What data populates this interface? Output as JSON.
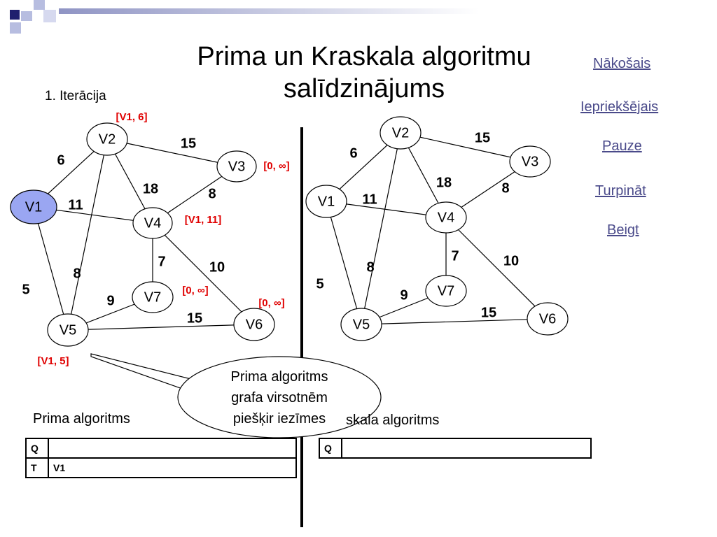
{
  "slide": {
    "title": "Prima un Kraskala algoritmu salīdzinājums",
    "iteration": "1. Iterācija"
  },
  "nav": {
    "next": "Nākošais",
    "prev": "Iepriekšējais",
    "pause": "Pauze",
    "resume": "Turpināt",
    "end": "Beigt"
  },
  "colors": {
    "accent": "#4a4a8a",
    "highlight_node": "#9aa6f2",
    "label_red": "#e00000"
  },
  "prim": {
    "nodes": [
      {
        "id": "V1",
        "label": "V1"
      },
      {
        "id": "V2",
        "label": "V2"
      },
      {
        "id": "V3",
        "label": "V3"
      },
      {
        "id": "V4",
        "label": "V4"
      },
      {
        "id": "V5",
        "label": "V5"
      },
      {
        "id": "V6",
        "label": "V6"
      },
      {
        "id": "V7",
        "label": "V7"
      }
    ],
    "edges": [
      {
        "from": "V1",
        "to": "V2",
        "weight": "6"
      },
      {
        "from": "V2",
        "to": "V3",
        "weight": "15"
      },
      {
        "from": "V2",
        "to": "V4",
        "weight": "18"
      },
      {
        "from": "V1",
        "to": "V4",
        "weight": "11"
      },
      {
        "from": "V3",
        "to": "V4",
        "weight": "8"
      },
      {
        "from": "V2",
        "to": "V5",
        "weight": "8"
      },
      {
        "from": "V1",
        "to": "V5",
        "weight": "5"
      },
      {
        "from": "V4",
        "to": "V7",
        "weight": "7"
      },
      {
        "from": "V4",
        "to": "V6",
        "weight": "10"
      },
      {
        "from": "V5",
        "to": "V7",
        "weight": "9"
      },
      {
        "from": "V5",
        "to": "V6",
        "weight": "15"
      }
    ],
    "selected_node": "V1",
    "node_labels": [
      {
        "node": "V2",
        "text": "[V1, 6]"
      },
      {
        "node": "V3",
        "text": "[0, ∞]"
      },
      {
        "node": "V4",
        "text": "[V1, 11]"
      },
      {
        "node": "V7",
        "text": "[0, ∞]"
      },
      {
        "node": "V6",
        "text": "[0, ∞]"
      },
      {
        "node": "V5",
        "text": "[V1, 5]"
      }
    ],
    "callout": "Prima algoritms grafa virsotnēm piešķir iezīmes",
    "caption": "Prima algoritms",
    "table": [
      {
        "key": "Q",
        "value": ""
      },
      {
        "key": "T",
        "value": "V1"
      }
    ]
  },
  "kruskal": {
    "nodes": [
      {
        "id": "V1",
        "label": "V1"
      },
      {
        "id": "V2",
        "label": "V2"
      },
      {
        "id": "V3",
        "label": "V3"
      },
      {
        "id": "V4",
        "label": "V4"
      },
      {
        "id": "V5",
        "label": "V5"
      },
      {
        "id": "V6",
        "label": "V6"
      },
      {
        "id": "V7",
        "label": "V7"
      }
    ],
    "edges": [
      {
        "from": "V1",
        "to": "V2",
        "weight": "6"
      },
      {
        "from": "V2",
        "to": "V3",
        "weight": "15"
      },
      {
        "from": "V2",
        "to": "V4",
        "weight": "18"
      },
      {
        "from": "V1",
        "to": "V4",
        "weight": "11"
      },
      {
        "from": "V3",
        "to": "V4",
        "weight": "8"
      },
      {
        "from": "V2",
        "to": "V5",
        "weight": "8"
      },
      {
        "from": "V1",
        "to": "V5",
        "weight": "5"
      },
      {
        "from": "V4",
        "to": "V7",
        "weight": "7"
      },
      {
        "from": "V4",
        "to": "V6",
        "weight": "10"
      },
      {
        "from": "V5",
        "to": "V7",
        "weight": "9"
      },
      {
        "from": "V5",
        "to": "V6",
        "weight": "15"
      }
    ],
    "caption_visible": "skala algoritms",
    "table": [
      {
        "key": "Q",
        "value": ""
      }
    ]
  }
}
